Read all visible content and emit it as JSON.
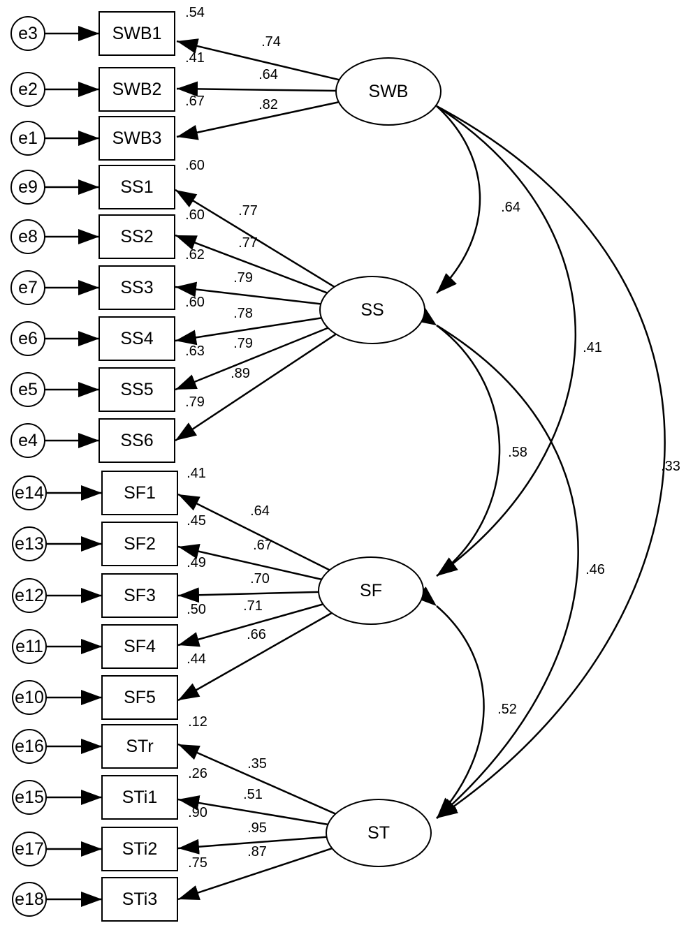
{
  "latents": [
    {
      "id": "SWB",
      "label": "SWB"
    },
    {
      "id": "SS",
      "label": "SS"
    },
    {
      "id": "SF",
      "label": "SF"
    },
    {
      "id": "ST",
      "label": "ST"
    }
  ],
  "indicators": [
    {
      "label": "SWB1",
      "error": "e3",
      "r2": ".54",
      "loading": ".74",
      "factor": "SWB"
    },
    {
      "label": "SWB2",
      "error": "e2",
      "r2": ".41",
      "loading": ".64",
      "factor": "SWB"
    },
    {
      "label": "SWB3",
      "error": "e1",
      "r2": ".67",
      "loading": ".82",
      "factor": "SWB"
    },
    {
      "label": "SS1",
      "error": "e9",
      "r2": ".60",
      "loading": ".77",
      "factor": "SS"
    },
    {
      "label": "SS2",
      "error": "e8",
      "r2": ".60",
      "loading": ".77",
      "factor": "SS"
    },
    {
      "label": "SS3",
      "error": "e7",
      "r2": ".62",
      "loading": ".79",
      "factor": "SS"
    },
    {
      "label": "SS4",
      "error": "e6",
      "r2": ".60",
      "loading": ".78",
      "factor": "SS"
    },
    {
      "label": "SS5",
      "error": "e5",
      "r2": ".63",
      "loading": ".79",
      "factor": "SS"
    },
    {
      "label": "SS6",
      "error": "e4",
      "r2": ".79",
      "loading": ".89",
      "factor": "SS"
    },
    {
      "label": "SF1",
      "error": "e14",
      "r2": ".41",
      "loading": ".64",
      "factor": "SF"
    },
    {
      "label": "SF2",
      "error": "e13",
      "r2": ".45",
      "loading": ".67",
      "factor": "SF"
    },
    {
      "label": "SF3",
      "error": "e12",
      "r2": ".49",
      "loading": ".70",
      "factor": "SF"
    },
    {
      "label": "SF4",
      "error": "e11",
      "r2": ".50",
      "loading": ".71",
      "factor": "SF"
    },
    {
      "label": "SF5",
      "error": "e10",
      "r2": ".44",
      "loading": ".66",
      "factor": "SF"
    },
    {
      "label": "STr",
      "error": "e16",
      "r2": ".12",
      "loading": ".35",
      "factor": "ST"
    },
    {
      "label": "STi1",
      "error": "e15",
      "r2": ".26",
      "loading": ".51",
      "factor": "ST"
    },
    {
      "label": "STi2",
      "error": "e17",
      "r2": ".90",
      "loading": ".95",
      "factor": "ST"
    },
    {
      "label": "STi3",
      "error": "e18",
      "r2": ".75",
      "loading": ".87",
      "factor": "ST"
    }
  ],
  "correlations": [
    {
      "from": "SWB",
      "to": "SS",
      "value": ".64"
    },
    {
      "from": "SWB",
      "to": "SF",
      "value": ".41"
    },
    {
      "from": "SWB",
      "to": "ST",
      "value": ".33"
    },
    {
      "from": "SS",
      "to": "SF",
      "value": ".58"
    },
    {
      "from": "SS",
      "to": "ST",
      "value": ".46"
    },
    {
      "from": "SF",
      "to": "ST",
      "value": ".52"
    }
  ]
}
